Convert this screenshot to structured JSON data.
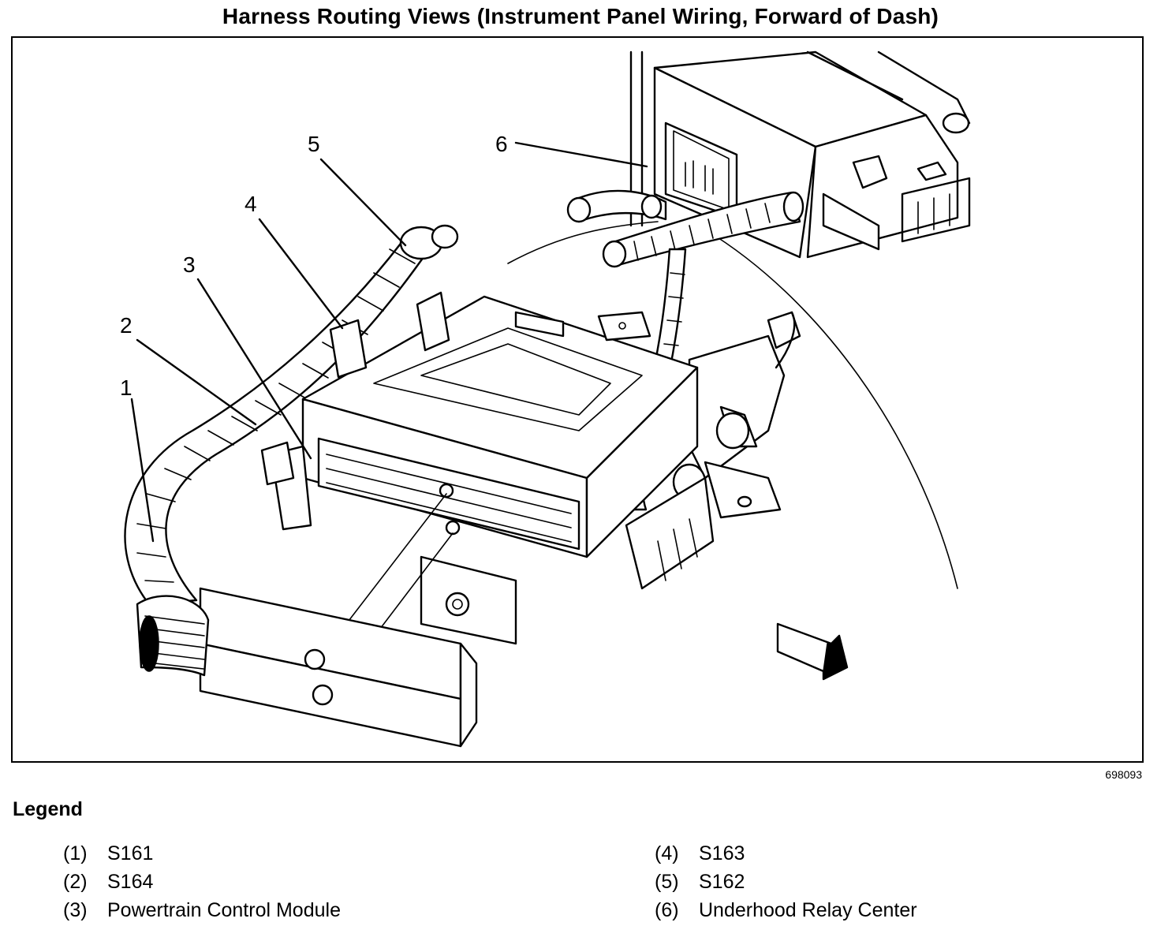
{
  "title": "Harness Routing Views (Instrument Panel Wiring, Forward of Dash)",
  "figure_id": "698093",
  "callouts": [
    "1",
    "2",
    "3",
    "4",
    "5",
    "6"
  ],
  "legend": {
    "heading": "Legend",
    "items": [
      {
        "num": "(1)",
        "label": "S161"
      },
      {
        "num": "(2)",
        "label": "S164"
      },
      {
        "num": "(3)",
        "label": "Powertrain Control Module"
      },
      {
        "num": "(4)",
        "label": "S163"
      },
      {
        "num": "(5)",
        "label": "S162"
      },
      {
        "num": "(6)",
        "label": "Underhood Relay Center"
      }
    ]
  }
}
